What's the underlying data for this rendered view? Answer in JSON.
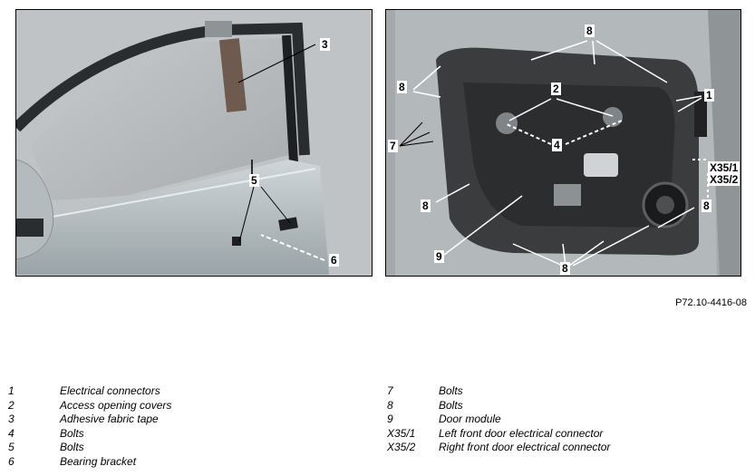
{
  "figure": {
    "left_photo": {
      "callouts": {
        "c3": "3",
        "c5": "5",
        "c6": "6"
      }
    },
    "right_photo": {
      "callouts": {
        "c8_top": "8",
        "c8_left": "8",
        "c2": "2",
        "c1": "1",
        "c7": "7",
        "c4": "4",
        "c_x351": "X35/1",
        "c_x352": "X35/2",
        "c8_mid": "8",
        "c8_right": "8",
        "c9": "9",
        "c8_bottom": "8"
      }
    },
    "reference_code": "P72.10-4416-08"
  },
  "legend": {
    "left": [
      {
        "num": "1",
        "text": "Electrical connectors"
      },
      {
        "num": "2",
        "text": "Access opening covers"
      },
      {
        "num": "3",
        "text": "Adhesive fabric tape"
      },
      {
        "num": "4",
        "text": "Bolts"
      },
      {
        "num": "5",
        "text": "Bolts"
      },
      {
        "num": "6",
        "text": "Bearing bracket"
      }
    ],
    "right": [
      {
        "num": "7",
        "text": "Bolts"
      },
      {
        "num": "8",
        "text": "Bolts"
      },
      {
        "num": "9",
        "text": "Door module"
      },
      {
        "num": "X35/1",
        "text": "Left front door electrical connector"
      },
      {
        "num": "X35/2",
        "text": "Right front door electrical connector"
      }
    ]
  }
}
